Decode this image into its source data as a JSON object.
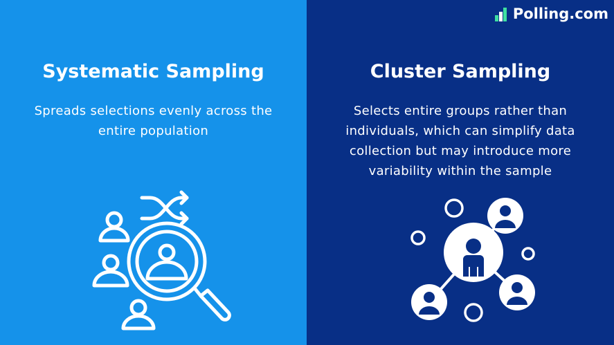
{
  "logo": {
    "text": "Polling.com",
    "icon": "bar-steps-icon"
  },
  "left": {
    "title": "Systematic Sampling",
    "description": "Spreads selections evenly across the entire population",
    "icon": "magnifier-people-shuffle-icon",
    "bg": "#1592ea"
  },
  "right": {
    "title": "Cluster Sampling",
    "description": "Selects entire groups rather than individuals, which can simplify data collection but may introduce more variability within the sample",
    "icon": "network-people-icon",
    "bg": "#082f86"
  }
}
